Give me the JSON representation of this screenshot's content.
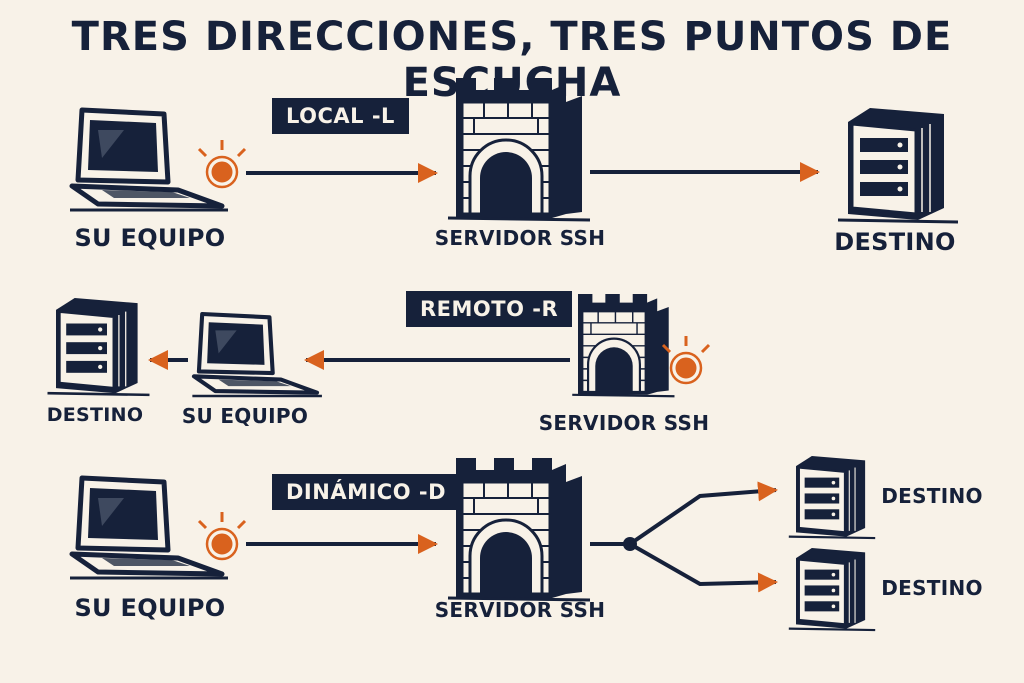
{
  "title": "TRES DIRECCIONES, TRES PUNTOS DE ESCUCHA",
  "colors": {
    "ink": "#16213a",
    "accent": "#d9621e",
    "background": "#f8f2e8"
  },
  "rows": [
    {
      "badge": "LOCAL -L",
      "nodes": {
        "client": "SU EQUIPO",
        "ssh_server": "SERVIDOR SSH",
        "destination": "DESTINO"
      },
      "listener": "client"
    },
    {
      "badge": "REMOTO -R",
      "nodes": {
        "destination": "DESTINO",
        "client": "SU EQUIPO",
        "ssh_server": "SERVIDOR SSH"
      },
      "listener": "ssh_server"
    },
    {
      "badge": "DINÁMICO -D",
      "nodes": {
        "client": "SU EQUIPO",
        "ssh_server": "SERVIDOR SSH",
        "destination_1": "DESTINO",
        "destination_2": "DESTINO"
      },
      "listener": "client"
    }
  ]
}
